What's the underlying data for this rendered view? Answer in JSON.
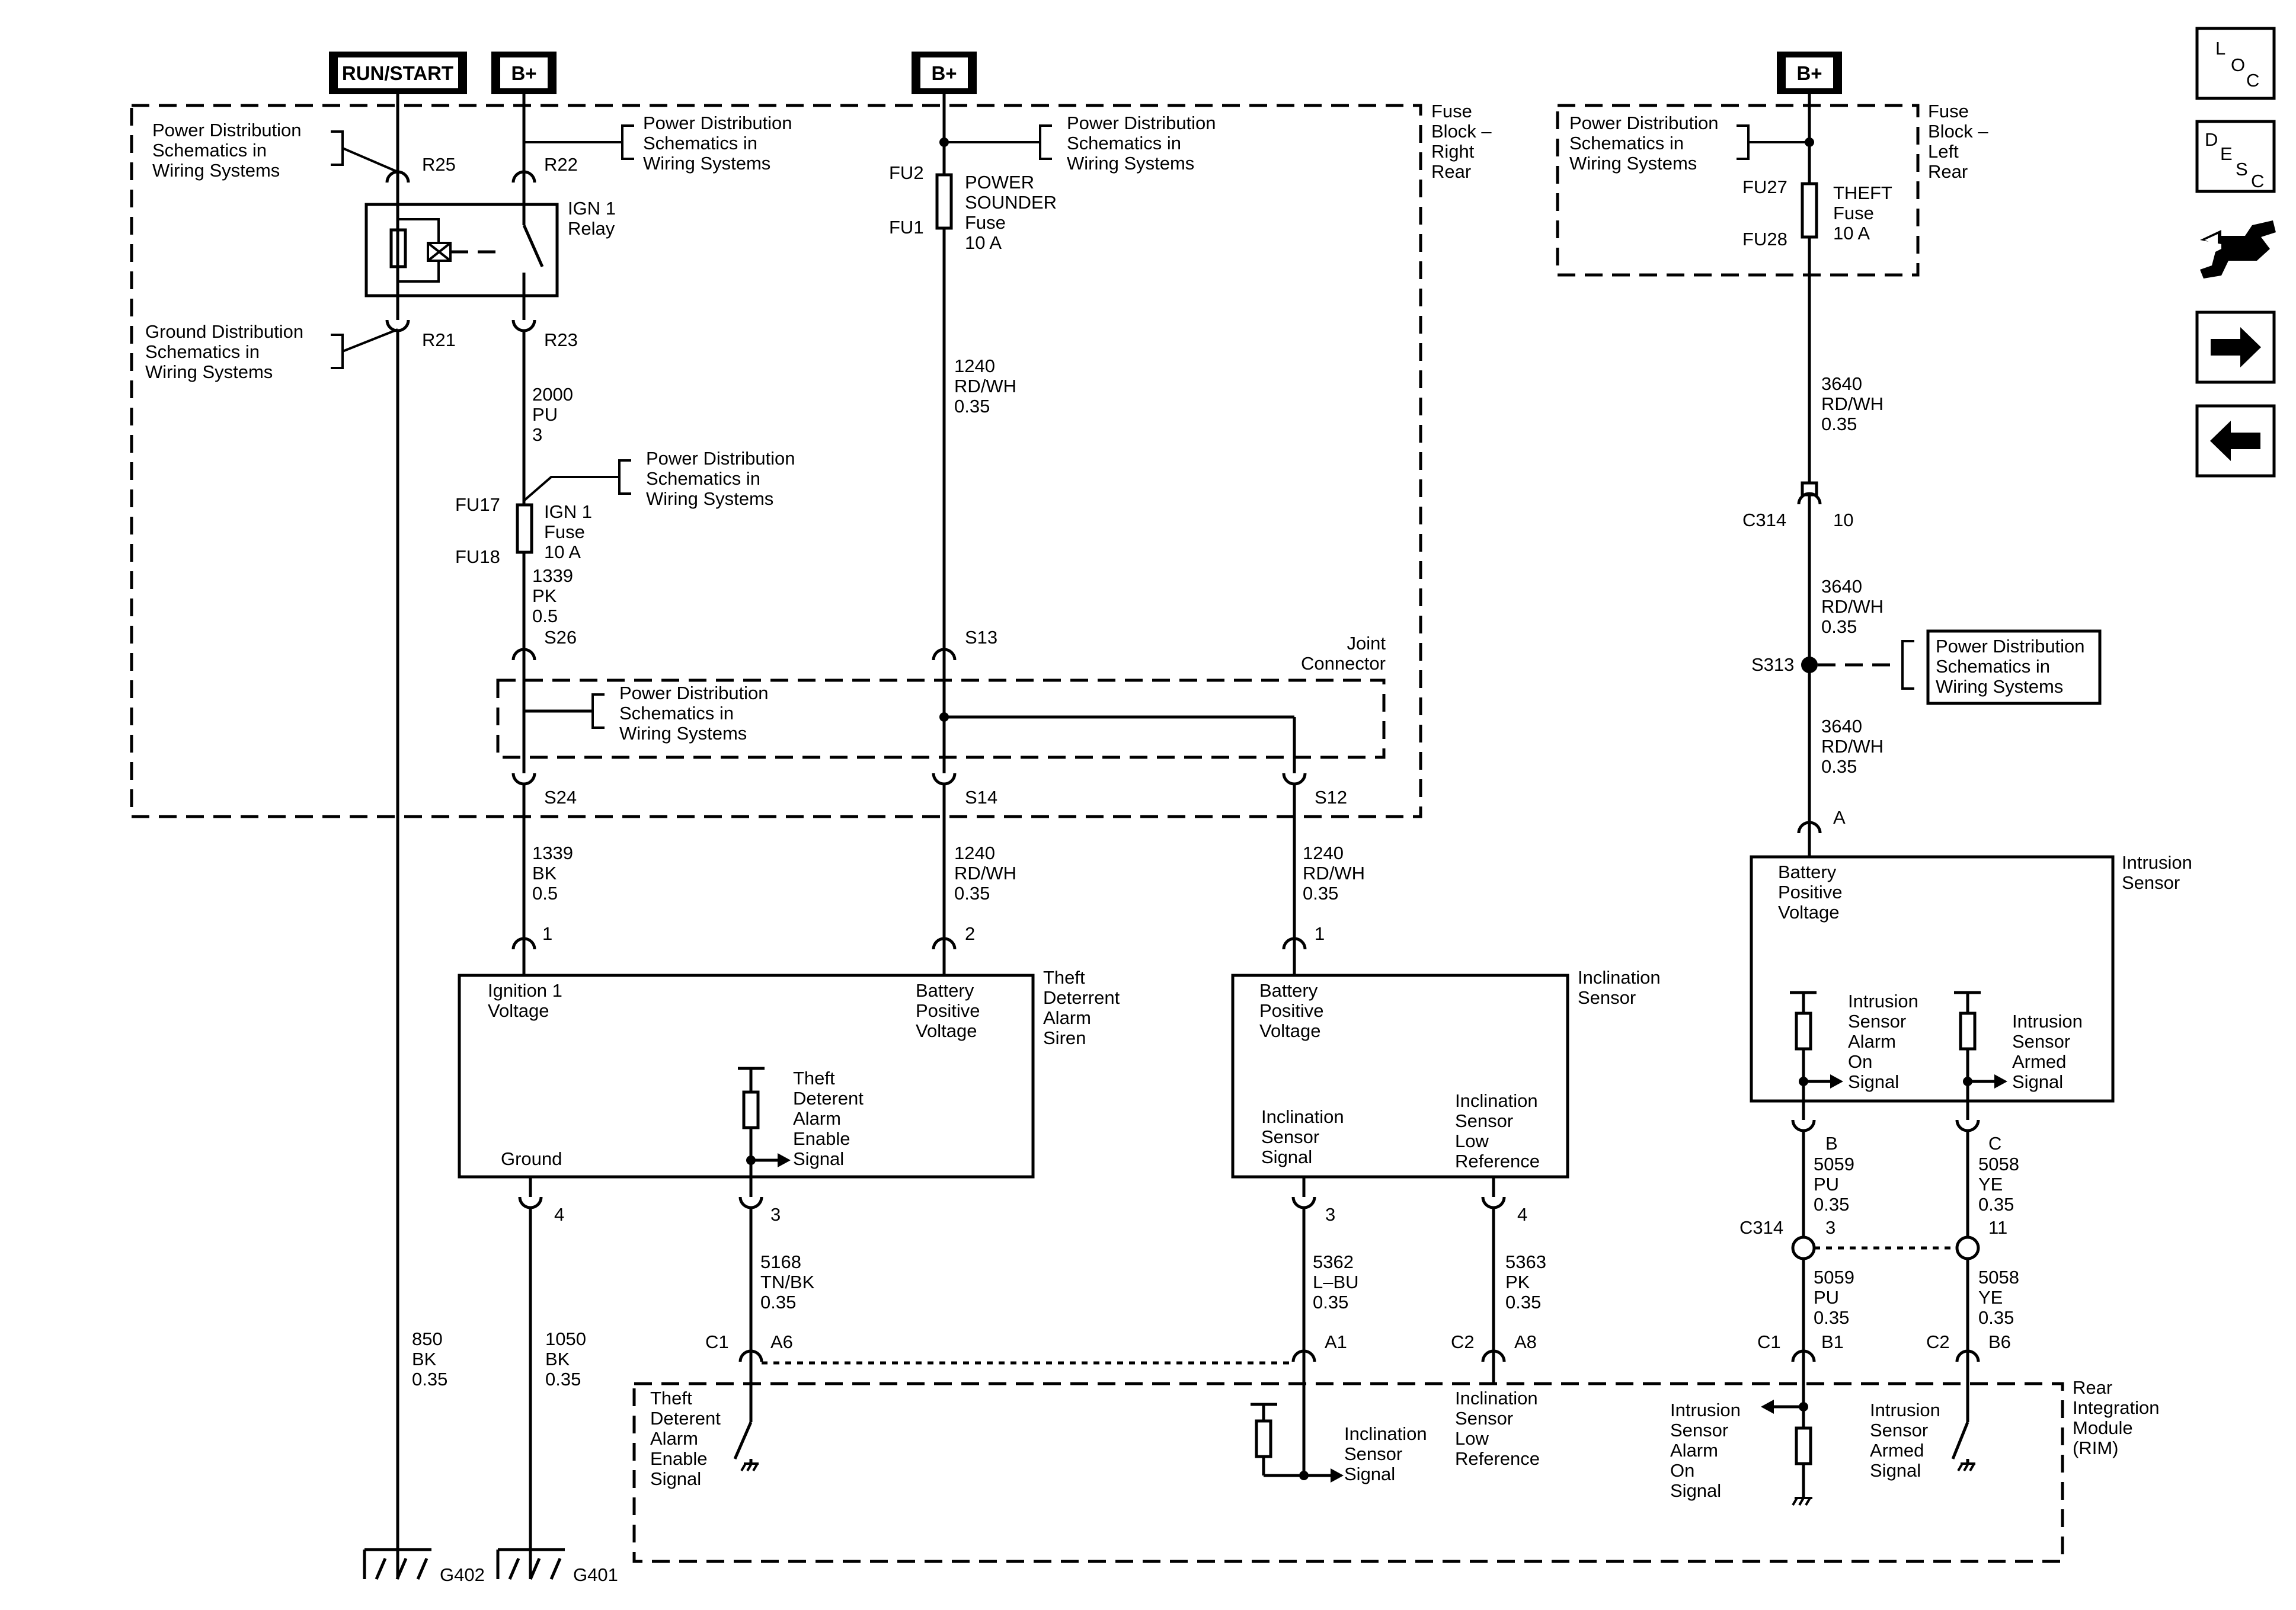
{
  "power": {
    "run_start": "RUN/START",
    "b_plus_1": "B+",
    "b_plus_2": "B+",
    "b_plus_3": "B+"
  },
  "nav": {
    "loc": [
      "L",
      "O",
      "C"
    ],
    "desc": [
      "D",
      "E",
      "S",
      "C"
    ],
    "icons": [
      "connector-icon",
      "next-arrow-icon",
      "previous-arrow-icon"
    ]
  },
  "refs": {
    "pds_1": [
      "Power Distribution",
      "Schematics in",
      "Wiring Systems"
    ],
    "pds_2": [
      "Power Distribution",
      "Schematics in",
      "Wiring Systems"
    ],
    "pds_3": [
      "Power Distribution",
      "Schematics in",
      "Wiring Systems"
    ],
    "pds_4": [
      "Power Distribution",
      "Schematics in",
      "Wiring Systems"
    ],
    "pds_5": [
      "Power Distribution",
      "Schematics in",
      "Wiring Systems"
    ],
    "pds_6": [
      "Power Distribution",
      "Schematics in",
      "Wiring Systems"
    ],
    "pds_7": [
      "Power Distribution",
      "Schematics in",
      "Wiring Systems"
    ],
    "gds_1": [
      "Ground Distribution",
      "Schematics in",
      "Wiring Systems"
    ]
  },
  "fuse_block_right": [
    "Fuse",
    "Block –",
    "Right",
    "Rear"
  ],
  "fuse_block_left": [
    "Fuse",
    "Block –",
    "Left",
    "Rear"
  ],
  "joint_connector": [
    "Joint",
    "Connector"
  ],
  "relay": [
    "IGN 1",
    "Relay"
  ],
  "fuses": {
    "ign1": [
      "IGN 1",
      "Fuse",
      "10 A"
    ],
    "sounder": [
      "POWER",
      "SOUNDER",
      "Fuse",
      "10 A"
    ],
    "theft": [
      "THEFT",
      "Fuse",
      "10 A"
    ]
  },
  "pins": {
    "r25": "R25",
    "r22": "R22",
    "r21": "R21",
    "r23": "R23",
    "fu17": "FU17",
    "fu18": "FU18",
    "fu2": "FU2",
    "fu1": "FU1",
    "fu27": "FU27",
    "fu28": "FU28",
    "s26": "S26",
    "s13": "S13",
    "s24": "S24",
    "s14": "S14",
    "s12": "S12",
    "s313": "S313",
    "c314_top": "C314",
    "c314_top_pin": "10",
    "c314_mid": "C314",
    "c314_b_pin": "3",
    "c314_c_pin": "11",
    "siren_1": "1",
    "siren_2": "2",
    "siren_3": "3",
    "siren_4": "4",
    "incl_1": "1",
    "incl_3": "3",
    "incl_4": "4",
    "intr_a": "A",
    "intr_b": "B",
    "intr_c": "C",
    "c1_left": "C1",
    "a6": "A6",
    "a1": "A1",
    "c2_left": "C2",
    "a8": "A8",
    "c1_right": "C1",
    "b1": "B1",
    "c2_right": "C2",
    "b6": "B6",
    "g402": "G402",
    "g401": "G401"
  },
  "wires": {
    "w2000": [
      "2000",
      "PU",
      "3"
    ],
    "w1339_pk": [
      "1339",
      "PK",
      "0.5"
    ],
    "w1339_bk": [
      "1339",
      "BK",
      "0.5"
    ],
    "w1240_top": [
      "1240",
      "RD/WH",
      "0.35"
    ],
    "w1240_mid": [
      "1240",
      "RD/WH",
      "0.35"
    ],
    "w1240_right": [
      "1240",
      "RD/WH",
      "0.35"
    ],
    "w850": [
      "850",
      "BK",
      "0.35"
    ],
    "w1050": [
      "1050",
      "BK",
      "0.35"
    ],
    "w5168": [
      "5168",
      "TN/BK",
      "0.35"
    ],
    "w5362": [
      "5362",
      "L–BU",
      "0.35"
    ],
    "w5363": [
      "5363",
      "PK",
      "0.35"
    ],
    "w3640_1": [
      "3640",
      "RD/WH",
      "0.35"
    ],
    "w3640_2": [
      "3640",
      "RD/WH",
      "0.35"
    ],
    "w3640_3": [
      "3640",
      "RD/WH",
      "0.35"
    ],
    "w5059_top": [
      "5059",
      "PU",
      "0.35"
    ],
    "w5058_top": [
      "5058",
      "YE",
      "0.35"
    ],
    "w5059_bot": [
      "5059",
      "PU",
      "0.35"
    ],
    "w5058_bot": [
      "5058",
      "YE",
      "0.35"
    ]
  },
  "siren": {
    "name": [
      "Theft",
      "Deterrent",
      "Alarm",
      "Siren"
    ],
    "ign_voltage": [
      "Ignition 1",
      "Voltage"
    ],
    "bat_voltage": [
      "Battery",
      "Positive",
      "Voltage"
    ],
    "enable_signal": [
      "Theft",
      "Deterent",
      "Alarm",
      "Enable",
      "Signal"
    ],
    "ground": "Ground"
  },
  "incl_sensor": {
    "name": [
      "Inclination",
      "Sensor"
    ],
    "bat_voltage": [
      "Battery",
      "Positive",
      "Voltage"
    ],
    "signal": [
      "Inclination",
      "Sensor",
      "Signal"
    ],
    "low_ref": [
      "Inclination",
      "Sensor",
      "Low",
      "Reference"
    ]
  },
  "intr_sensor": {
    "name": [
      "Intrusion",
      "Sensor"
    ],
    "bat_voltage": [
      "Battery",
      "Positive",
      "Voltage"
    ],
    "alarm_on": [
      "Intrusion",
      "Sensor",
      "Alarm",
      "On",
      "Signal"
    ],
    "armed": [
      "Intrusion",
      "Sensor",
      "Armed",
      "Signal"
    ]
  },
  "rim": {
    "name": [
      "Rear",
      "Integration",
      "Module",
      "(RIM)"
    ],
    "theft_enable": [
      "Theft",
      "Deterent",
      "Alarm",
      "Enable",
      "Signal"
    ],
    "incl_signal": [
      "Inclination",
      "Sensor",
      "Signal"
    ],
    "incl_low_ref": [
      "Inclination",
      "Sensor",
      "Low",
      "Reference"
    ],
    "intr_alarm_on": [
      "Intrusion",
      "Sensor",
      "Alarm",
      "On",
      "Signal"
    ],
    "intr_armed": [
      "Intrusion",
      "Sensor",
      "Armed",
      "Signal"
    ]
  }
}
